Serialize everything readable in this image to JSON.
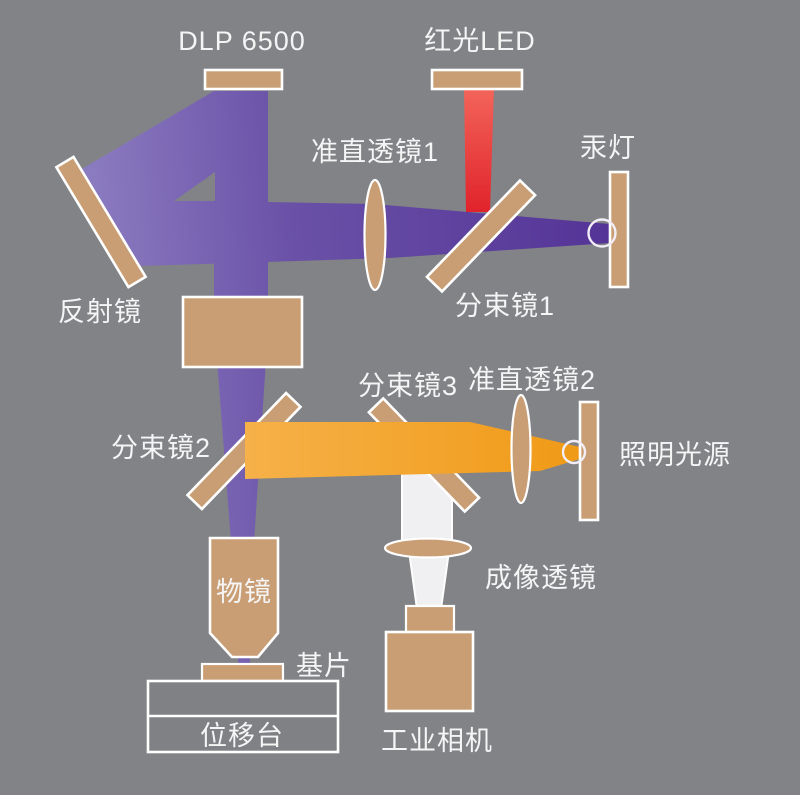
{
  "diagram": {
    "title": "DLP maskless lithography optical system diagram",
    "background": "#818386",
    "colors": {
      "uv_beam_light": "#8d7ec2",
      "uv_beam_mid": "#6a51a7",
      "uv_beam_dark": "#543497",
      "red_beam_top": "#f3655a",
      "red_beam_bottom": "#e0222b",
      "orange_beam_left": "#f6b149",
      "orange_beam_right": "#f09a16",
      "white_beam": "#f0f0f3",
      "optic_tan": "#c99e74",
      "outline": "#ffffff",
      "label_text": "#f5f5f6",
      "stage_fill": "#7f8184"
    },
    "labels": {
      "dlp": "DLP 6500",
      "red_led": "红光LED",
      "collimating_lens_1": "准直透镜1",
      "mercury_lamp": "汞灯",
      "beam_splitter_1": "分束镜1",
      "reflector": "反射镜",
      "beam_splitter_2": "分束镜2",
      "beam_splitter_3": "分束镜3",
      "collimating_lens_2": "准直透镜2",
      "illumination_source": "照明光源",
      "objective_lens": "物镜",
      "substrate": "基片",
      "translation_stage": "位移台",
      "imaging_lens": "成像透镜",
      "industrial_camera": "工业相机"
    }
  }
}
